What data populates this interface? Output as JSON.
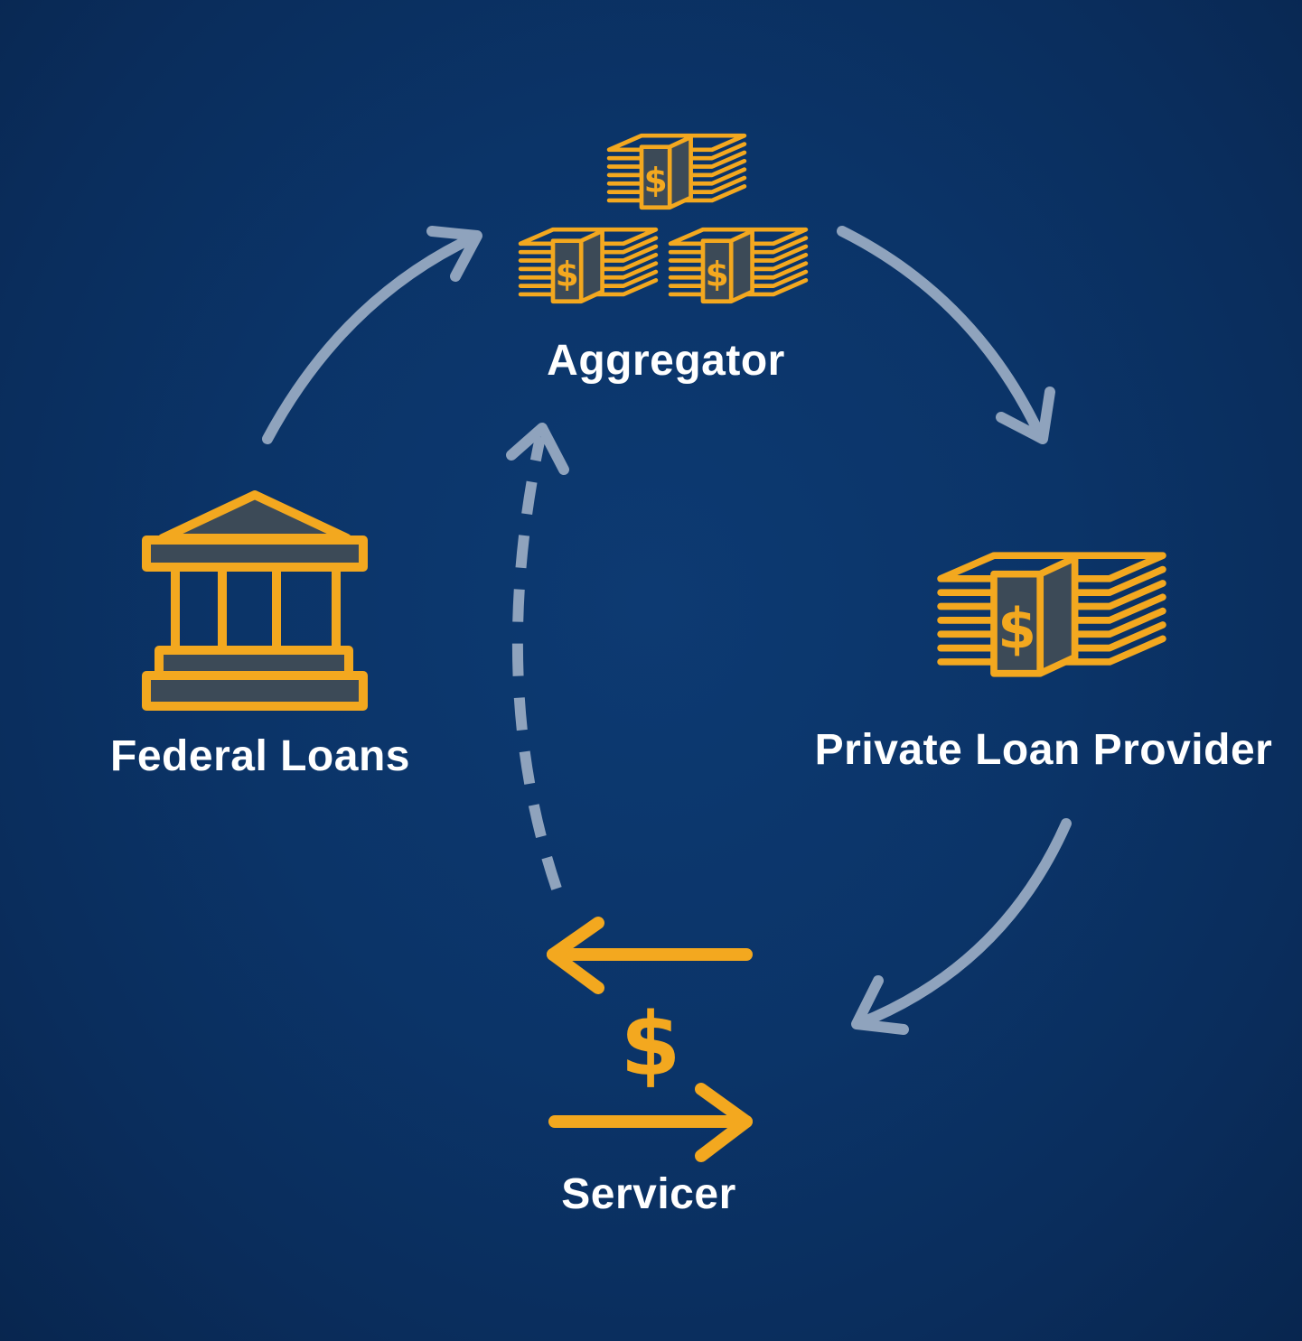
{
  "colors": {
    "accent": "#f3a81f",
    "icon_fill": "#3c4a57",
    "flow_arrow": "#8fa3bd",
    "background": "#0b3468"
  },
  "nodes": {
    "aggregator": {
      "label": "Aggregator",
      "icon": "money-stacks-icon"
    },
    "federal_loans": {
      "label": "Federal Loans",
      "icon": "bank-building-icon"
    },
    "private_loan_provider": {
      "label": "Private Loan Provider",
      "icon": "money-stack-icon"
    },
    "servicer": {
      "label": "Servicer",
      "icon": "dollar-exchange-icon",
      "symbol": "$"
    }
  },
  "edges": [
    {
      "from": "federal_loans",
      "to": "aggregator",
      "style": "solid"
    },
    {
      "from": "aggregator",
      "to": "private_loan_provider",
      "style": "solid"
    },
    {
      "from": "private_loan_provider",
      "to": "servicer",
      "style": "solid"
    },
    {
      "from": "servicer",
      "to": "aggregator",
      "style": "dashed"
    }
  ]
}
